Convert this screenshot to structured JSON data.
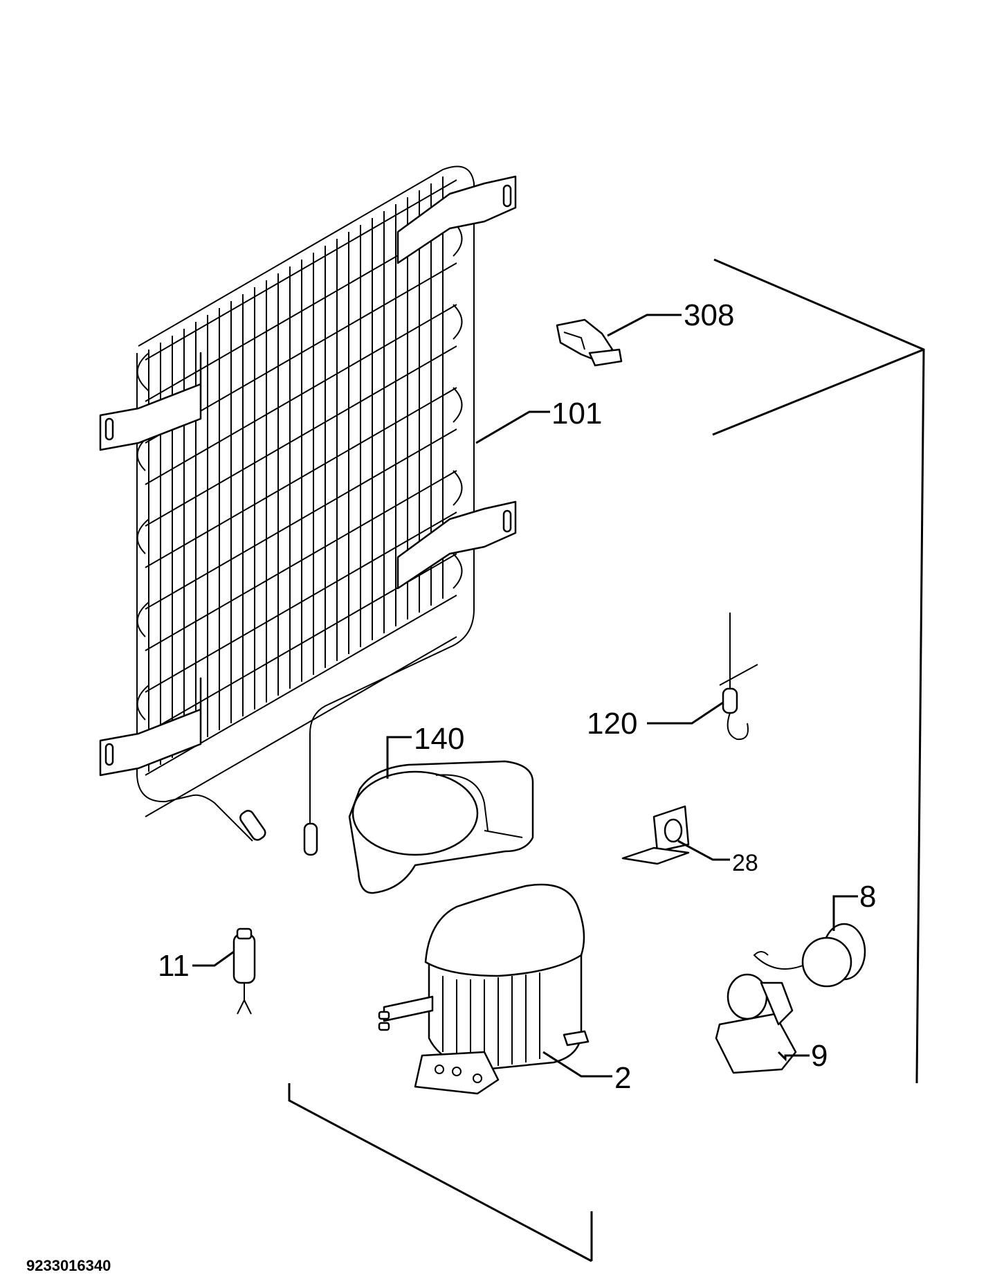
{
  "diagram": {
    "document_number": "9233016340",
    "callouts": [
      {
        "id": "308",
        "label": "308",
        "part": "clip"
      },
      {
        "id": "101",
        "label": "101",
        "part": "condenser"
      },
      {
        "id": "120",
        "label": "120",
        "part": "capillary-connector"
      },
      {
        "id": "140",
        "label": "140",
        "part": "drip-tray"
      },
      {
        "id": "28",
        "label": "28",
        "part": "bracket"
      },
      {
        "id": "8",
        "label": "8",
        "part": "overload-protector"
      },
      {
        "id": "11",
        "label": "11",
        "part": "drier-filter"
      },
      {
        "id": "9",
        "label": "9",
        "part": "relay"
      },
      {
        "id": "2",
        "label": "2",
        "part": "compressor"
      }
    ]
  }
}
